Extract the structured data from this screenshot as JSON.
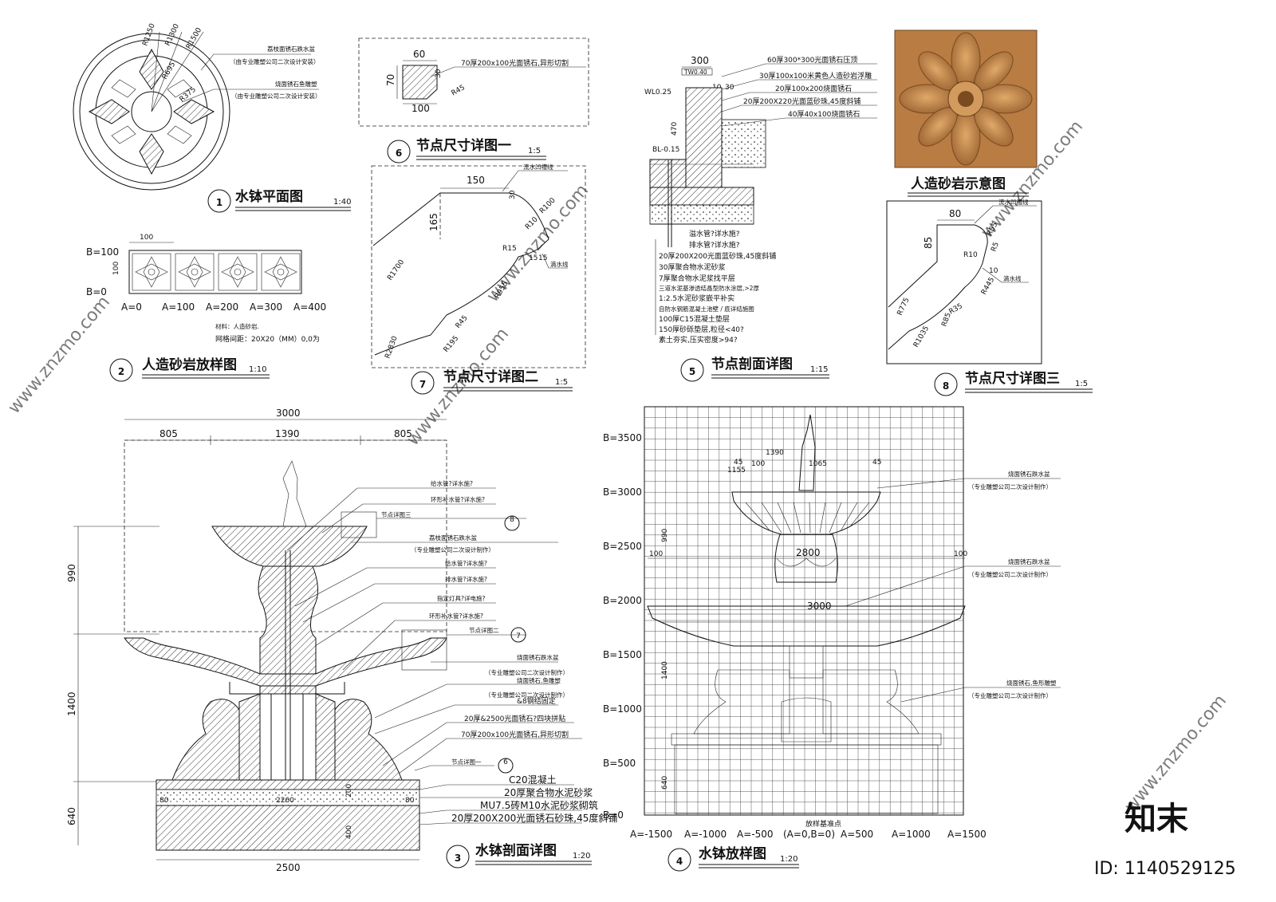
{
  "views": {
    "v1": {
      "num": "1",
      "title": "水钵平面图",
      "scale": "1:40",
      "radii": [
        "R1250",
        "R1300",
        "R1500",
        "R695",
        "R375"
      ],
      "notes": [
        "荔枝面锈石跌水盆",
        "（由专业雕塑公司二次设计安装）",
        "烧面锈石鱼雕塑",
        "（由专业雕塑公司二次设计安装）"
      ]
    },
    "v2": {
      "num": "2",
      "title": "人造砂岩放样图",
      "scale": "1:10",
      "dims": [
        "100",
        "100"
      ],
      "b_labels": [
        "B=100",
        "B=0"
      ],
      "a_labels": [
        "A=0",
        "A=100",
        "A=200",
        "A=300",
        "A=400"
      ],
      "notes": [
        "材料：人造砂岩.",
        "网格间距：20X20（MM）0,0为"
      ]
    },
    "v3": {
      "num": "3",
      "title": "水钵剖面详图",
      "scale": "1:20",
      "dims_top": [
        "3000",
        "805",
        "1390",
        "805"
      ],
      "dims_left": [
        "990",
        "1400",
        "640"
      ],
      "dims_bottom": [
        "2500",
        "2260",
        "80",
        "80",
        "200",
        "400"
      ],
      "callouts": [
        "给水管?详水施?",
        "环形补水管?详水施?",
        "节点详图三",
        "荔枝面锈石跌水盆",
        "（专业雕塑公司二次设计制作）",
        "给水管?详水施?",
        "排水管?详水施?",
        "指定灯具?详电施?",
        "环形补水管?详水施?",
        "节点详图二",
        "烧面锈石跌水盆",
        "（专业雕塑公司二次设计制作）",
        "烧面锈石,鱼雕塑",
        "（专业雕塑公司二次设计制作）",
        "&8钢结固定",
        "20厚&2500光面锈石?四块拼贴",
        "70厚200x100光面锈石,异形切割",
        "节点详图一",
        "C20混凝土",
        "20厚聚合物水泥砂浆",
        "MU7.5砖M10水泥砂浆砌筑",
        "20厚200X200光面锈石砂珠,45度斜铺"
      ],
      "detail_refs": [
        "8",
        "7",
        "6"
      ]
    },
    "v4": {
      "num": "4",
      "title": "水钵放样图",
      "scale": "1:20",
      "b_labels": [
        "B=3500",
        "B=3000",
        "B=2500",
        "B=2000",
        "B=1500",
        "B=1000",
        "B=500",
        "B=0"
      ],
      "a_labels": [
        "A=-1500",
        "A=-1000",
        "A=-500",
        "(A=0,B=0)",
        "A=500",
        "A=1000",
        "A=1500"
      ],
      "dims": [
        "1390",
        "1155",
        "100",
        "1065",
        "45",
        "45",
        "2800",
        "100",
        "100",
        "3000",
        "990",
        "1400",
        "640"
      ],
      "origin_label": "放样基准点",
      "callouts": [
        "烧面锈石跌水盆",
        "（专业雕塑公司二次设计制作）",
        "烧面锈石跌水盆",
        "（专业雕塑公司二次设计制作）",
        "烧面锈石,鱼形雕塑",
        "（专业雕塑公司二次设计制作）"
      ]
    },
    "v5": {
      "num": "5",
      "title": "节点剖面详图",
      "scale": "1:15",
      "dims": [
        "300",
        "TW0.40",
        "WL0.25",
        "10",
        "30",
        "470",
        "BL-0.15"
      ],
      "notes_right": [
        "60厚300*300光面锈石压顶",
        "30厚100x100米黄色人造砂岩浮雕",
        "20厚100x200烧面锈石",
        "20厚200X220光面蓝砂珠,45度斜铺",
        "40厚40x100烧面锈石"
      ],
      "notes_bottom": [
        "溢水管?详水施?",
        "排水管?详水施?",
        "20厚200X200光面蓝砂珠,45度斜铺",
        "30厚聚合物水泥砂浆",
        "7厚聚合物水泥浆找平层",
        "三道水泥基渗透结晶型防水涂层,>2厚",
        "1:2.5水泥砂浆嵌平补实",
        "自防水钢筋混凝土池壁 / 底详结施图",
        "100厚C15混凝土垫层",
        "150厚砂砾垫层,粒径<40?",
        "素土夯实,压实密度>94?"
      ]
    },
    "v6": {
      "num": "6",
      "title": "节点尺寸详图一",
      "scale": "1:5",
      "dims": [
        "60",
        "70",
        "30",
        "100",
        "R45"
      ],
      "note": "70厚200x100光面锈石,异形切割"
    },
    "v7": {
      "num": "7",
      "title": "节点尺寸详图二",
      "scale": "1:5",
      "dims": [
        "150",
        "30",
        "165",
        "R100",
        "R10",
        "R15",
        "15",
        "15",
        "R1700",
        "R955",
        "R45",
        "R195",
        "R2830"
      ],
      "notes": [
        "流水凹槽线",
        "滴水线"
      ]
    },
    "v8": {
      "num": "8",
      "title": "节点尺寸详图三",
      "scale": "1:5",
      "dims": [
        "80",
        "85",
        "R55",
        "R5",
        "R10",
        "10",
        "R775",
        "R445",
        "R35",
        "R85",
        "R1035"
      ],
      "notes": [
        "流水凹槽线",
        "滴水线"
      ]
    },
    "photo": {
      "title": "人造砂岩示意图"
    }
  },
  "brand": {
    "logo": "知末",
    "id": "ID: 1140529125",
    "watermark": "www.znzmo.com"
  },
  "colors": {
    "stone": "#C4894A",
    "stone_dark": "#8A5A2B",
    "ink": "#111111"
  }
}
